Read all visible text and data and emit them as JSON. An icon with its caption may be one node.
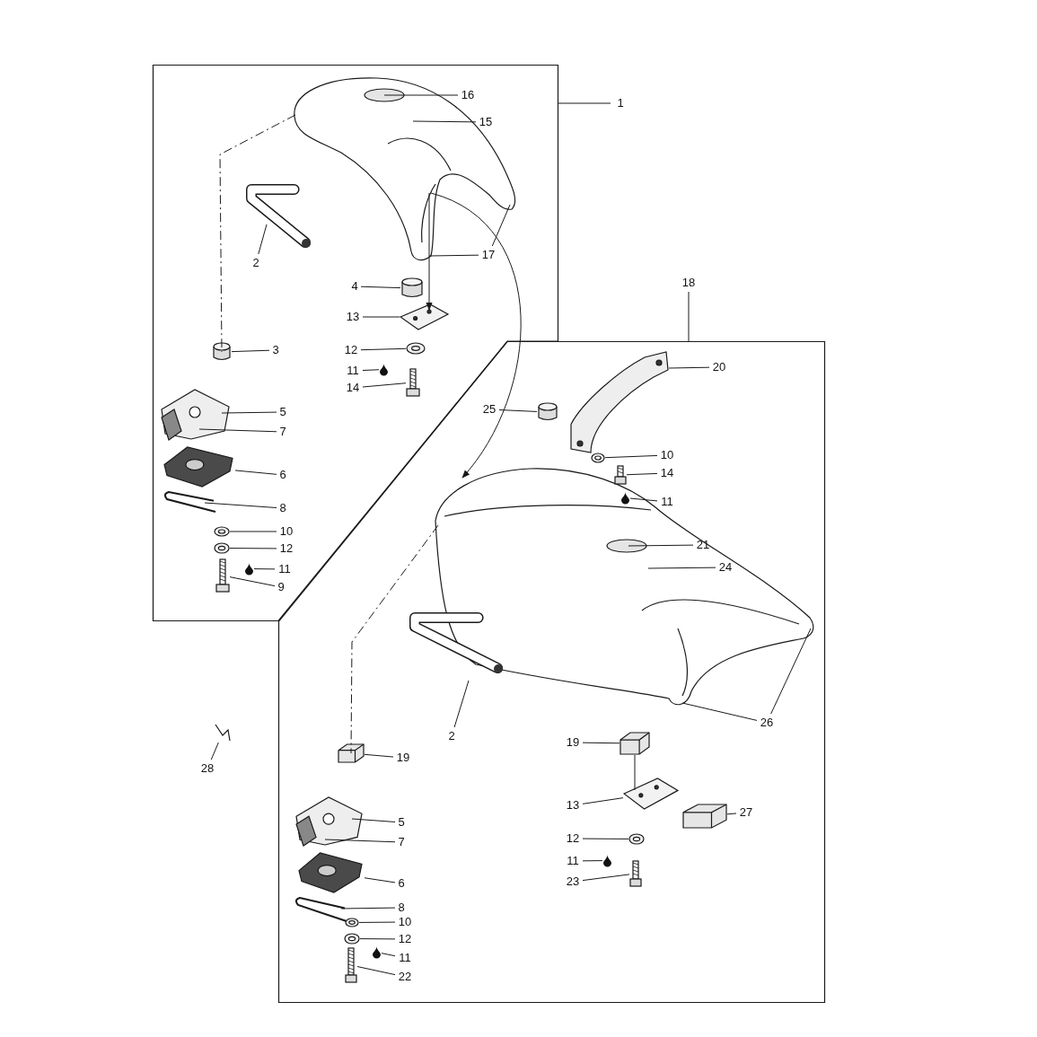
{
  "diagram": {
    "nodes": [
      {
        "text": [],
        "shape": "box"
      },
      {
        "text": [],
        "shape": "box"
      },
      {
        "text": [
          "1"
        ]
      },
      {
        "text": [
          "18"
        ]
      },
      {
        "text": [],
        "shape": "picture",
        "in": 0
      },
      {
        "text": [
          "16"
        ],
        "in": 0
      },
      {
        "text": [
          "15"
        ],
        "in": 0
      },
      {
        "text": [
          "17"
        ],
        "in": 0
      },
      {
        "text": [],
        "shape": "picture",
        "in": 0
      },
      {
        "text": [
          "2"
        ],
        "in": 0
      },
      {
        "text": [],
        "shape": "picture",
        "in": 0
      },
      {
        "text": [
          "4"
        ],
        "in": 0
      },
      {
        "text": [],
        "shape": "picture",
        "in": 0
      },
      {
        "text": [
          "13"
        ],
        "in": 0
      },
      {
        "text": [],
        "shape": "picture",
        "in": 0
      },
      {
        "text": [
          "12"
        ],
        "in": 0
      },
      {
        "text": [],
        "shape": "picture",
        "in": 0
      },
      {
        "text": [
          "11"
        ],
        "in": 0
      },
      {
        "text": [],
        "shape": "picture",
        "in": 0
      },
      {
        "text": [
          "14"
        ],
        "in": 0
      },
      {
        "text": [],
        "shape": "picture",
        "in": 0
      },
      {
        "text": [
          "3"
        ],
        "in": 0
      },
      {
        "text": [],
        "shape": "picture",
        "in": 0
      },
      {
        "text": [
          "5"
        ],
        "in": 0
      },
      {
        "text": [
          "7"
        ],
        "in": 0
      },
      {
        "text": [],
        "shape": "picture",
        "in": 0
      },
      {
        "text": [
          "6"
        ],
        "in": 0
      },
      {
        "text": [],
        "shape": "picture",
        "in": 0
      },
      {
        "text": [
          "8"
        ],
        "in": 0
      },
      {
        "text": [],
        "shape": "picture",
        "in": 0
      },
      {
        "text": [
          "10"
        ],
        "in": 0
      },
      {
        "text": [],
        "shape": "picture",
        "in": 0
      },
      {
        "text": [
          "12"
        ],
        "in": 0
      },
      {
        "text": [],
        "shape": "picture",
        "in": 0
      },
      {
        "text": [
          "11"
        ],
        "in": 0
      },
      {
        "text": [],
        "shape": "picture",
        "in": 0
      },
      {
        "text": [
          "9"
        ],
        "in": 0
      },
      {
        "text": [],
        "shape": "picture"
      },
      {
        "text": [
          "28"
        ]
      },
      {
        "text": [],
        "shape": "picture",
        "in": 1
      },
      {
        "text": [
          "20"
        ],
        "in": 1
      },
      {
        "text": [],
        "shape": "picture",
        "in": 1
      },
      {
        "text": [
          "25"
        ],
        "in": 1
      },
      {
        "text": [],
        "shape": "picture",
        "in": 1
      },
      {
        "text": [
          "10"
        ],
        "in": 1
      },
      {
        "text": [],
        "shape": "picture",
        "in": 1
      },
      {
        "text": [
          "14"
        ],
        "in": 1
      },
      {
        "text": [],
        "shape": "picture",
        "in": 49
      },
      {
        "text": [
          "11"
        ],
        "in": 1
      },
      {
        "text": [],
        "shape": "picture",
        "in": 1
      },
      {
        "text": [
          "21"
        ],
        "in": 49
      },
      {
        "text": [
          "24"
        ],
        "in": 49
      },
      {
        "text": [
          "26"
        ],
        "in": 1
      },
      {
        "text": [],
        "shape": "picture",
        "in": 1
      },
      {
        "text": [
          "2"
        ],
        "in": 1
      },
      {
        "text": [],
        "shape": "picture",
        "in": 1
      },
      {
        "text": [
          "19"
        ],
        "in": 1
      },
      {
        "text": [],
        "shape": "picture",
        "in": 1
      },
      {
        "text": [
          "5"
        ],
        "in": 1
      },
      {
        "text": [
          "7"
        ],
        "in": 1
      },
      {
        "text": [],
        "shape": "picture",
        "in": 1
      },
      {
        "text": [
          "6"
        ],
        "in": 1
      },
      {
        "text": [],
        "shape": "picture",
        "in": 1
      },
      {
        "text": [
          "8"
        ],
        "in": 1
      },
      {
        "text": [],
        "shape": "picture",
        "in": 1
      },
      {
        "text": [
          "10"
        ],
        "in": 1
      },
      {
        "text": [],
        "shape": "picture",
        "in": 1
      },
      {
        "text": [
          "12"
        ],
        "in": 1
      },
      {
        "text": [],
        "shape": "picture",
        "in": 1
      },
      {
        "text": [
          "11"
        ],
        "in": 1
      },
      {
        "text": [],
        "shape": "picture",
        "in": 1
      },
      {
        "text": [
          "22"
        ],
        "in": 1
      },
      {
        "text": [],
        "shape": "picture",
        "in": 1
      },
      {
        "text": [
          "19"
        ],
        "in": 1
      },
      {
        "text": [],
        "shape": "picture",
        "in": 1
      },
      {
        "text": [
          "13"
        ],
        "in": 1
      },
      {
        "text": [],
        "shape": "picture",
        "in": 1
      },
      {
        "text": [
          "27"
        ],
        "in": 1
      },
      {
        "text": [],
        "shape": "picture",
        "in": 1
      },
      {
        "text": [
          "12"
        ],
        "in": 1
      },
      {
        "text": [],
        "shape": "picture",
        "in": 1
      },
      {
        "text": [
          "11"
        ],
        "in": 1
      },
      {
        "text": [],
        "shape": "picture",
        "in": 1
      },
      {
        "text": [
          "23"
        ],
        "in": 1
      }
    ],
    "edges": [
      {
        "from": 2,
        "to": 0,
        "arrow": "none"
      },
      {
        "from": 3,
        "to": 1,
        "arrow": "none"
      },
      {
        "from": 5,
        "to": 4,
        "arrow": "none"
      },
      {
        "from": 6,
        "to": 4,
        "arrow": "none"
      },
      {
        "from": 7,
        "to": 4,
        "arrow": "none"
      },
      {
        "from": 7,
        "to": 4,
        "arrow": "none"
      },
      {
        "from": 9,
        "to": 8,
        "arrow": "none"
      },
      {
        "from": 11,
        "to": 10,
        "arrow": "none"
      },
      {
        "from": 13,
        "to": 12,
        "arrow": "none"
      },
      {
        "from": 15,
        "to": 14,
        "arrow": "none"
      },
      {
        "from": 17,
        "to": 16,
        "arrow": "none"
      },
      {
        "from": 19,
        "to": 18,
        "arrow": "none"
      },
      {
        "from": 21,
        "to": 20,
        "arrow": "none"
      },
      {
        "from": 23,
        "to": 22,
        "arrow": "none"
      },
      {
        "from": 24,
        "to": 22,
        "arrow": "none"
      },
      {
        "from": 26,
        "to": 25,
        "arrow": "none"
      },
      {
        "from": 28,
        "to": 27,
        "arrow": "none"
      },
      {
        "from": 30,
        "to": 29,
        "arrow": "none"
      },
      {
        "from": 32,
        "to": 31,
        "arrow": "none"
      },
      {
        "from": 34,
        "to": 33,
        "arrow": "none"
      },
      {
        "from": 36,
        "to": 35,
        "arrow": "none"
      },
      {
        "from": 38,
        "to": 37,
        "arrow": "none"
      },
      {
        "from": 40,
        "to": 39,
        "arrow": "none"
      },
      {
        "from": 42,
        "to": 41,
        "arrow": "none"
      },
      {
        "from": 44,
        "to": 43,
        "arrow": "none"
      },
      {
        "from": 46,
        "to": 45,
        "arrow": "none"
      },
      {
        "from": 48,
        "to": 47,
        "arrow": "none"
      },
      {
        "from": 50,
        "to": 49,
        "arrow": "none"
      },
      {
        "from": 51,
        "to": 49,
        "arrow": "none"
      },
      {
        "from": 52,
        "to": 49,
        "arrow": "none"
      },
      {
        "from": 52,
        "to": 49,
        "arrow": "none"
      },
      {
        "from": 54,
        "to": 53,
        "arrow": "none"
      },
      {
        "from": 56,
        "to": 55,
        "arrow": "none"
      },
      {
        "from": 58,
        "to": 57,
        "arrow": "none"
      },
      {
        "from": 59,
        "to": 57,
        "arrow": "none"
      },
      {
        "from": 61,
        "to": 60,
        "arrow": "none"
      },
      {
        "from": 63,
        "to": 62,
        "arrow": "none"
      },
      {
        "from": 65,
        "to": 64,
        "arrow": "none"
      },
      {
        "from": 67,
        "to": 66,
        "arrow": "none"
      },
      {
        "from": 69,
        "to": 68,
        "arrow": "none"
      },
      {
        "from": 71,
        "to": 70,
        "arrow": "none"
      },
      {
        "from": 73,
        "to": 72,
        "arrow": "none"
      },
      {
        "from": 75,
        "to": 74,
        "arrow": "none"
      },
      {
        "from": 77,
        "to": 76,
        "arrow": "none"
      },
      {
        "from": 79,
        "to": 78,
        "arrow": "none"
      },
      {
        "from": 81,
        "to": 80,
        "arrow": "none"
      },
      {
        "from": 83,
        "to": 82,
        "arrow": "none"
      },
      {
        "from": 4,
        "to": 49,
        "arrow": "to"
      },
      {
        "from": 4,
        "to": 12,
        "arrow": "to"
      },
      {
        "from": 4,
        "to": 20,
        "arrow": "none",
        "style": "dashed"
      },
      {
        "from": 49,
        "to": 55,
        "arrow": "none",
        "style": "dashed"
      },
      {
        "from": 72,
        "to": 74,
        "arrow": "none"
      }
    ]
  }
}
